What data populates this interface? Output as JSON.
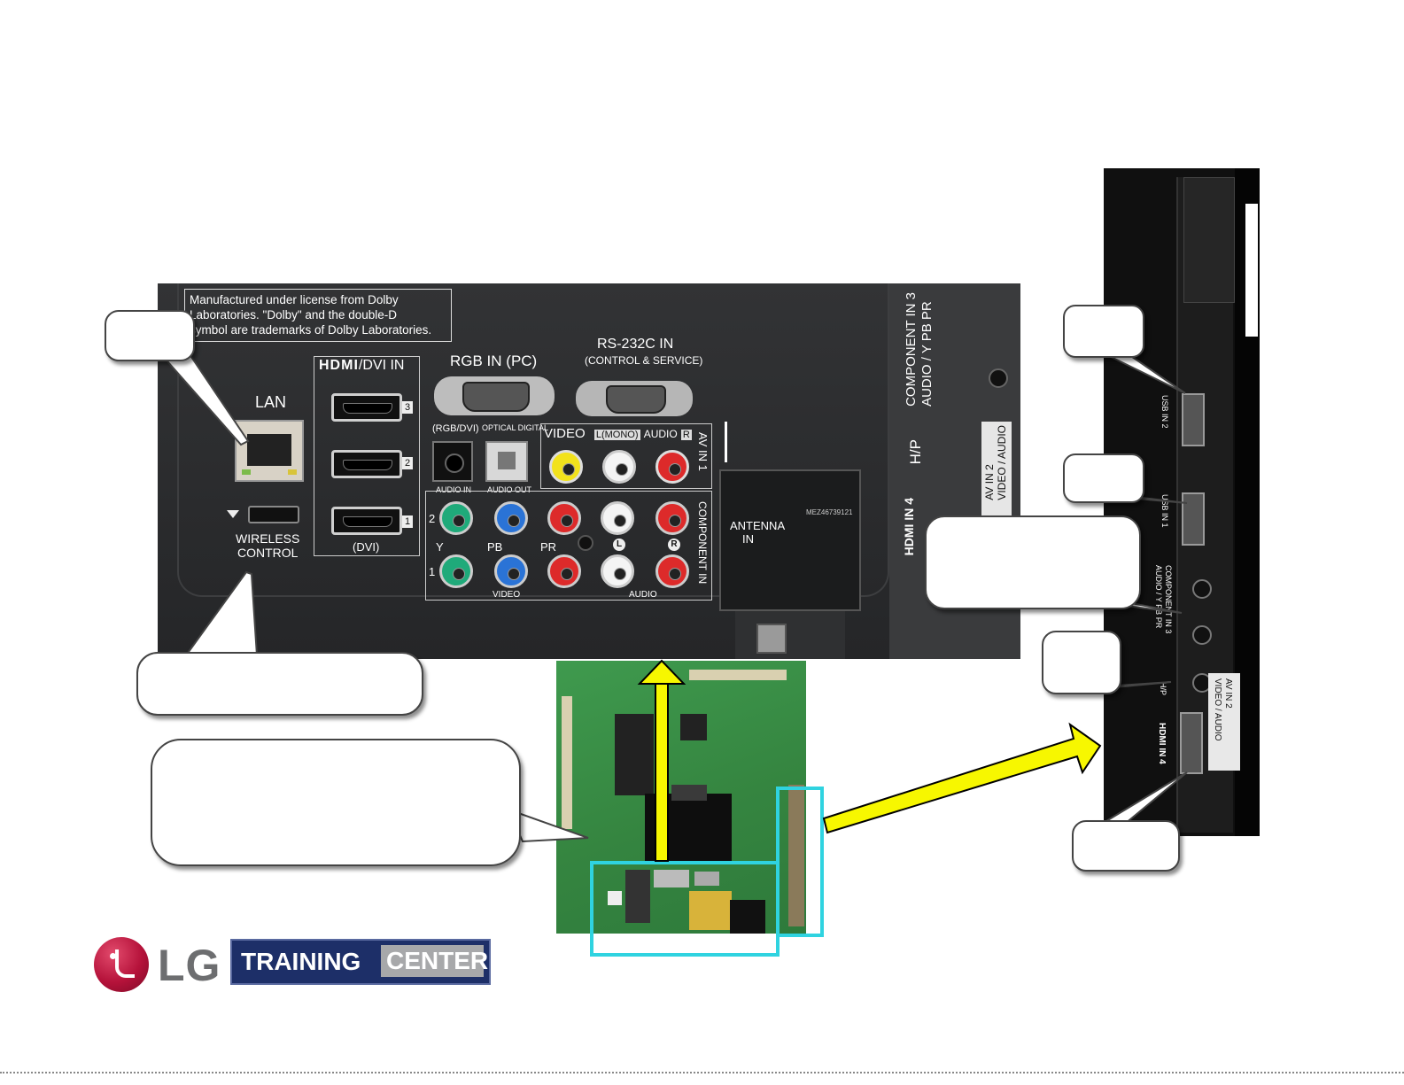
{
  "rear_panel": {
    "dolby_notice_line1": "Manufactured under license from Dolby",
    "dolby_notice_line2": "Laboratories. \"Dolby\" and the double-D",
    "dolby_notice_line3": "symbol are trademarks of Dolby Laboratories.",
    "lan": "LAN",
    "hdmi_logo": "HDMI",
    "hdmi_suffix": "/DVI IN",
    "hdmi_numbers": [
      "3",
      "2",
      "1"
    ],
    "hdmi_dvi": "(DVI)",
    "rgb_in": "RGB IN (PC)",
    "rs232c": "RS-232C IN",
    "rs232c_sub": "(CONTROL & SERVICE)",
    "rgb_dvi": "(RGB/DVI)",
    "optical_digital": "OPTICAL DIGITAL",
    "audio_in": "AUDIO IN",
    "audio_out": "AUDIO OUT",
    "video": "VIDEO",
    "l_mono": "L(MONO)",
    "audio": "AUDIO",
    "r": "R",
    "av_in_1": "AV IN 1",
    "component_in": "COMPONENT IN",
    "row_2": "2",
    "row_1": "1",
    "y": "Y",
    "pb": "PB",
    "pr": "PR",
    "l_circle": "L",
    "r_circle": "R",
    "video_bottom": "VIDEO",
    "audio_bottom": "AUDIO",
    "wireless_control_line1": "WIRELESS",
    "wireless_control_line2": "CONTROL",
    "antenna_in_line1": "ANTENNA",
    "antenna_in_line2": "IN",
    "antenna_part": "MEZ46739121",
    "component_in_3": "COMPONENT IN 3",
    "component_in_3_sub": "AUDIO / Y PB PR",
    "hp": "H/P",
    "hdmi_in_4": "HDMI IN 4",
    "av_in_2": "AV IN 2",
    "av_in_2_sub": "VIDEO / AUDIO"
  },
  "side_panel": {
    "usb_in_2": "USB IN 2",
    "usb_in_1": "USB IN 1",
    "component_in_3": "COMPONENT IN 3",
    "component_in_3_sub": "AUDIO / Y PB PR",
    "hp": "H/P",
    "hdmi_in_4": "HDMI IN 4",
    "av_in_2": "AV IN 2",
    "av_in_2_sub": "VIDEO / AUDIO"
  },
  "logo": {
    "brand": "LG",
    "training": "TRAINING",
    "center": "CENTER"
  },
  "colors": {
    "arrow_yellow": "#f7f700",
    "highlight_cyan": "#2fd3e0",
    "board_green": "#3c8f48",
    "logo_red": "#b5123a",
    "logo_navy": "#1d2f68"
  }
}
